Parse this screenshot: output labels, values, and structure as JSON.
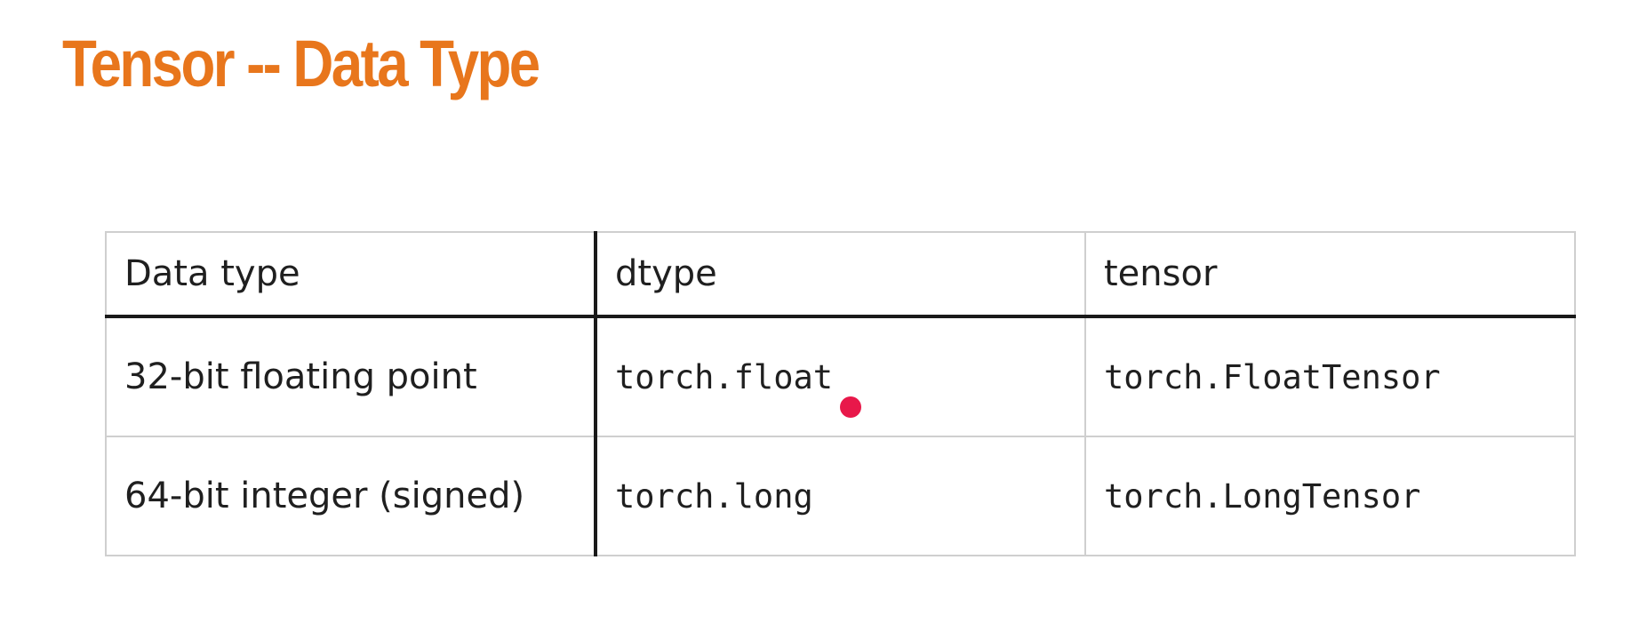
{
  "slide": {
    "title": "Tensor -- Data Type"
  },
  "table": {
    "headers": [
      "Data type",
      "dtype",
      "tensor"
    ],
    "rows": [
      [
        "32-bit floating point",
        "torch.float",
        "torch.FloatTensor"
      ],
      [
        "64-bit integer (signed)",
        "torch.long",
        "torch.LongTensor"
      ]
    ]
  },
  "colors": {
    "title": "#e8761c",
    "pointer": "#e8184a",
    "grid": "#cfcfcf",
    "divider": "#1a1a1a"
  },
  "pointer": {
    "icon": "laser-pointer-dot"
  }
}
